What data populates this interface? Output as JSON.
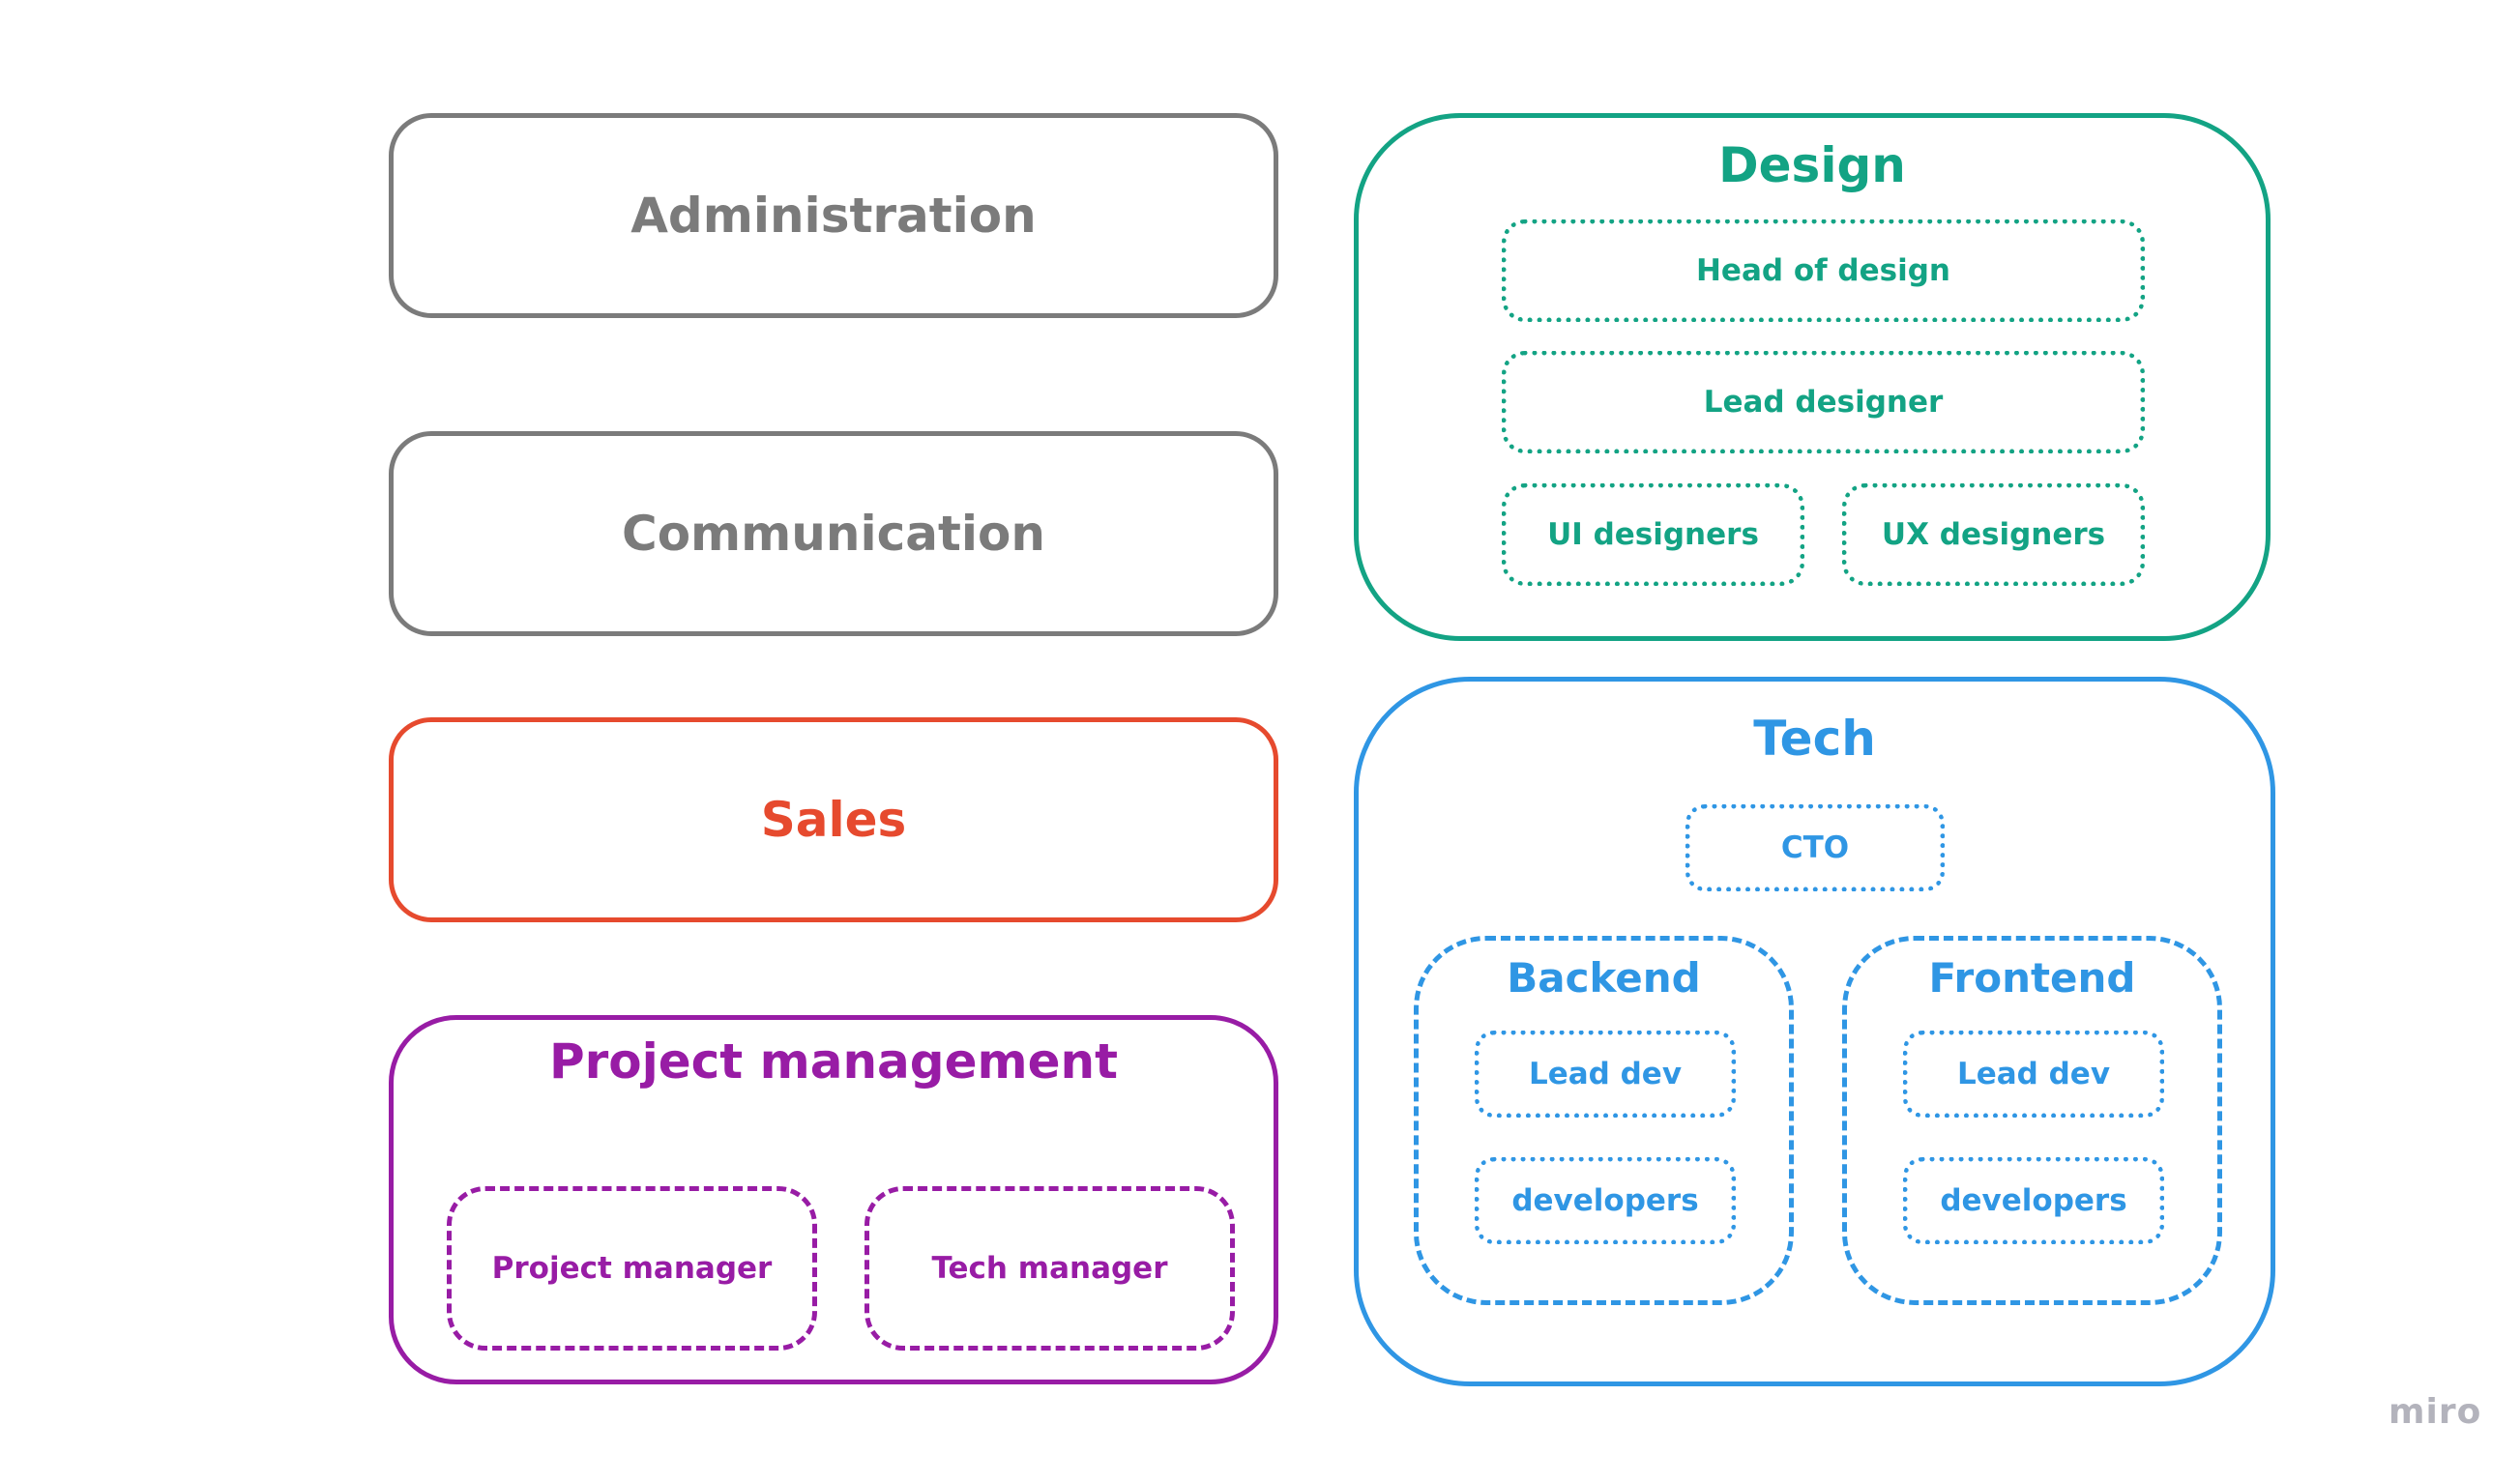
{
  "groups": {
    "administration": {
      "label": "Administration",
      "color": "#7b7b7b"
    },
    "communication": {
      "label": "Communication",
      "color": "#7b7b7b"
    },
    "sales": {
      "label": "Sales",
      "color": "#e64a2e"
    },
    "project_management": {
      "label": "Project management",
      "color": "#981ca5",
      "roles": [
        "Project manager",
        "Tech manager"
      ]
    },
    "design": {
      "label": "Design",
      "color": "#13a384",
      "roles": [
        "Head of design",
        "Lead designer",
        "UI designers",
        "UX designers"
      ]
    },
    "tech": {
      "label": "Tech",
      "color": "#2f96e4",
      "cto": "CTO",
      "backend": {
        "label": "Backend",
        "roles": [
          "Lead dev",
          "developers"
        ]
      },
      "frontend": {
        "label": "Frontend",
        "roles": [
          "Lead dev",
          "developers"
        ]
      }
    }
  },
  "watermark": "miro"
}
